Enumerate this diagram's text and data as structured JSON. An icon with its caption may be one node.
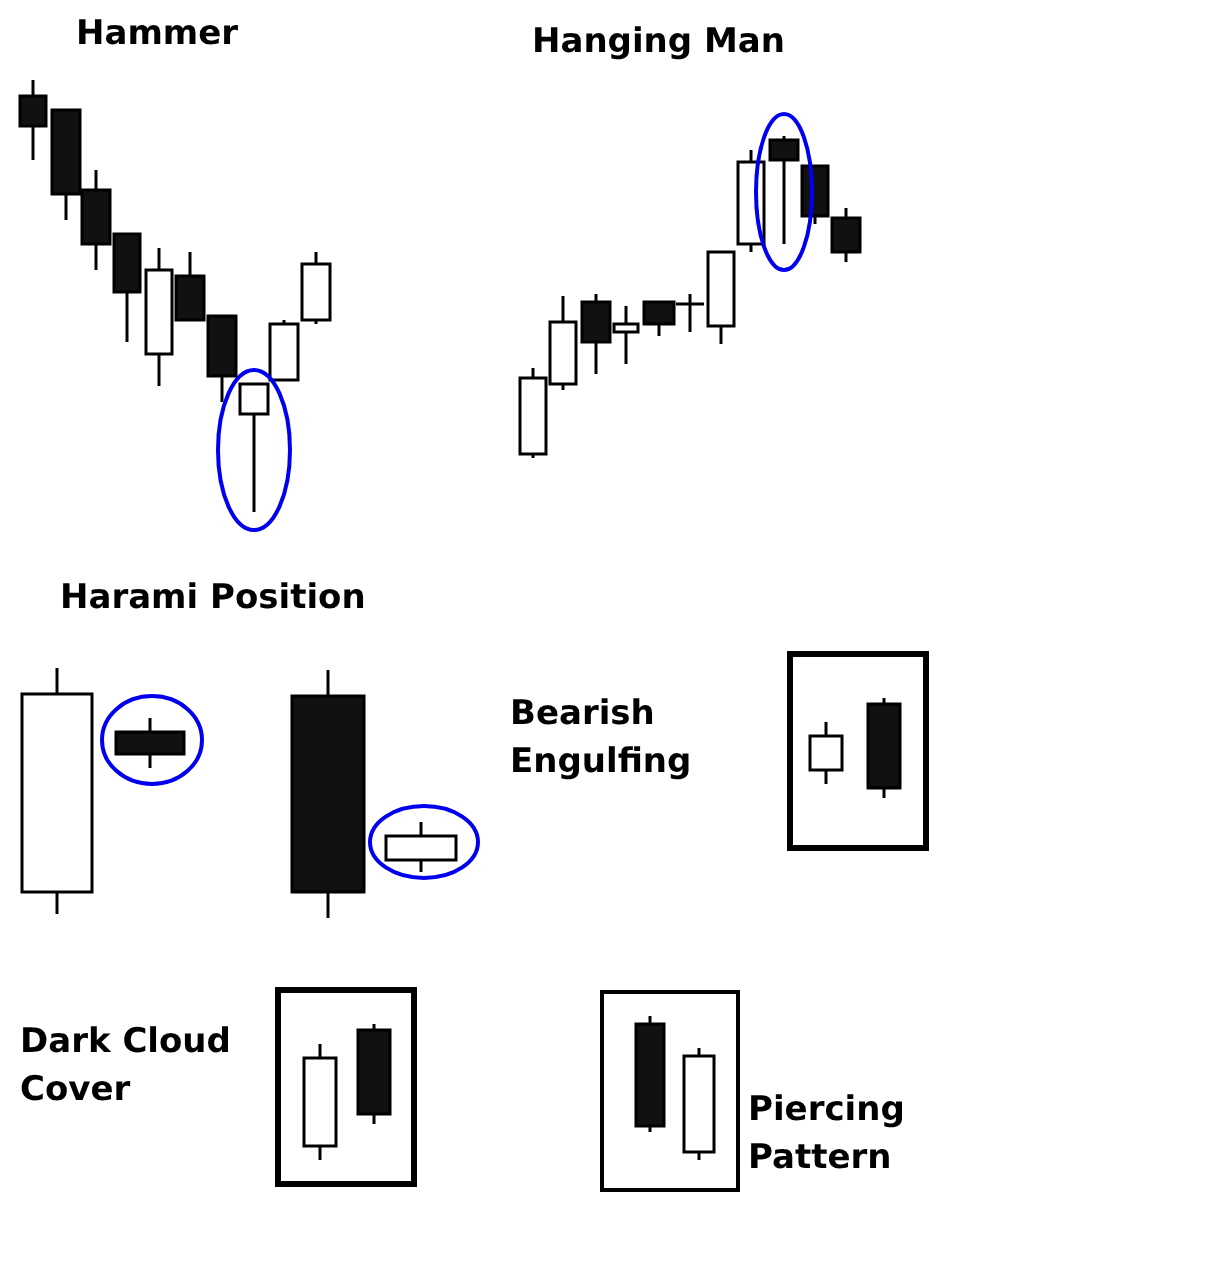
{
  "diagram": {
    "labels": [
      "Hammer",
      "Hanging Man",
      "Harami Position",
      "Bearish Engulfing",
      "Dark Cloud Cover",
      "Piercing Pattern"
    ]
  }
}
